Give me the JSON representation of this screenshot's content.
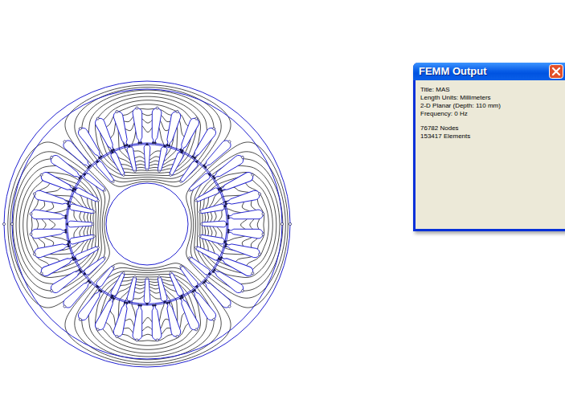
{
  "diagram": {
    "nodes": [
      {
        "text": [
          "FEMM Output",
          "Title: MAS",
          "Length Units: Millimeters",
          "2-D Planar (Depth: 110 mm)",
          "Frequency: 0 Hz",
          "76782 Nodes",
          "153417 Elements"
        ]
      }
    ]
  }
}
